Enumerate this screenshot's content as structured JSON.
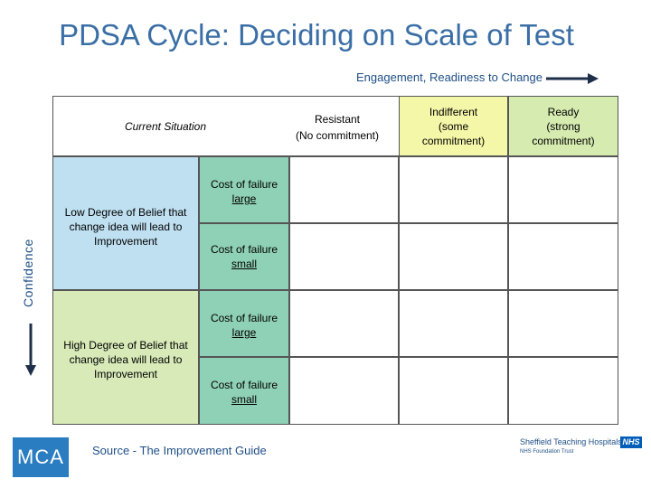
{
  "title": "PDSA Cycle: Deciding on Scale of Test",
  "engagement_label": "Engagement, Readiness to Change",
  "header": {
    "current_situation": "Current Situation",
    "resistant_line1": "Resistant",
    "resistant_line2": "(No commitment)",
    "indifferent": [
      "Indifferent",
      "(some",
      "commitment)"
    ],
    "ready": [
      "Ready",
      "(strong",
      "commitment)"
    ]
  },
  "rows": {
    "low_belief": "Low Degree of Belief that change idea will lead to Improvement",
    "high_belief": "High Degree of Belief that change idea will lead to Improvement"
  },
  "cost": {
    "prefix": "Cost of failure",
    "large": "large",
    "small": "small"
  },
  "confidence_label": "Confidence",
  "footer": {
    "logo": "MCA",
    "source": "Source - The Improvement Guide",
    "trust_name": "Sheffield Teaching Hospitals",
    "nhs": "NHS",
    "trust_sub": "NHS Foundation Trust"
  },
  "colors": {
    "title": "#3a6ea5",
    "low_row": "#bfe0f1",
    "high_row": "#d8eab8",
    "cost_cells": "#8fd1b6",
    "indifferent": "#f4f7a7",
    "ready": "#d6ebb0",
    "logo": "#2a7dc0"
  }
}
